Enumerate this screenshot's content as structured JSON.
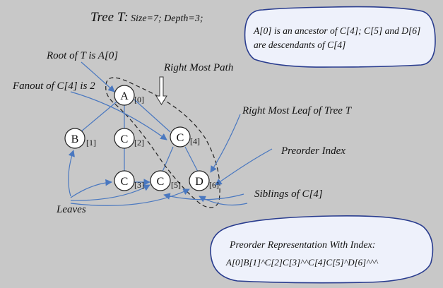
{
  "title": {
    "main": "Tree T:",
    "info": "Size=7; Depth=3;"
  },
  "callout_top": {
    "line1": "A[0] is an ancestor of C[4]; C[5] and D[6]",
    "line2": "are descendants of C[4]"
  },
  "callout_bottom": {
    "title": "Preorder Representation With Index:",
    "sequence": "A[0]B[1]^C[2]C[3]^^C[4]C[5]^D[6]^^^"
  },
  "labels": {
    "root": "Root of T is A[0]",
    "right_most_path": "Right Most Path",
    "fanout": "Fanout of C[4] is 2",
    "right_most_leaf": "Right Most Leaf of Tree T",
    "preorder_index": "Preorder Index",
    "siblings": "Siblings of C[4]",
    "leaves": "Leaves"
  },
  "nodes": [
    {
      "id": "A0",
      "letter": "A",
      "index": "[0]"
    },
    {
      "id": "B1",
      "letter": "B",
      "index": "[1]"
    },
    {
      "id": "C2",
      "letter": "C",
      "index": "[2]"
    },
    {
      "id": "C4",
      "letter": "C",
      "index": "[4]"
    },
    {
      "id": "C3",
      "letter": "C",
      "index": "[3]"
    },
    {
      "id": "C5",
      "letter": "C",
      "index": "[5]"
    },
    {
      "id": "D6",
      "letter": "D",
      "index": "[6]"
    }
  ],
  "colors": {
    "background": "#c8c8c8",
    "arrow": "#4a78c0",
    "callout_fill": "#eef1fb",
    "callout_stroke": "#2a3d8f"
  }
}
